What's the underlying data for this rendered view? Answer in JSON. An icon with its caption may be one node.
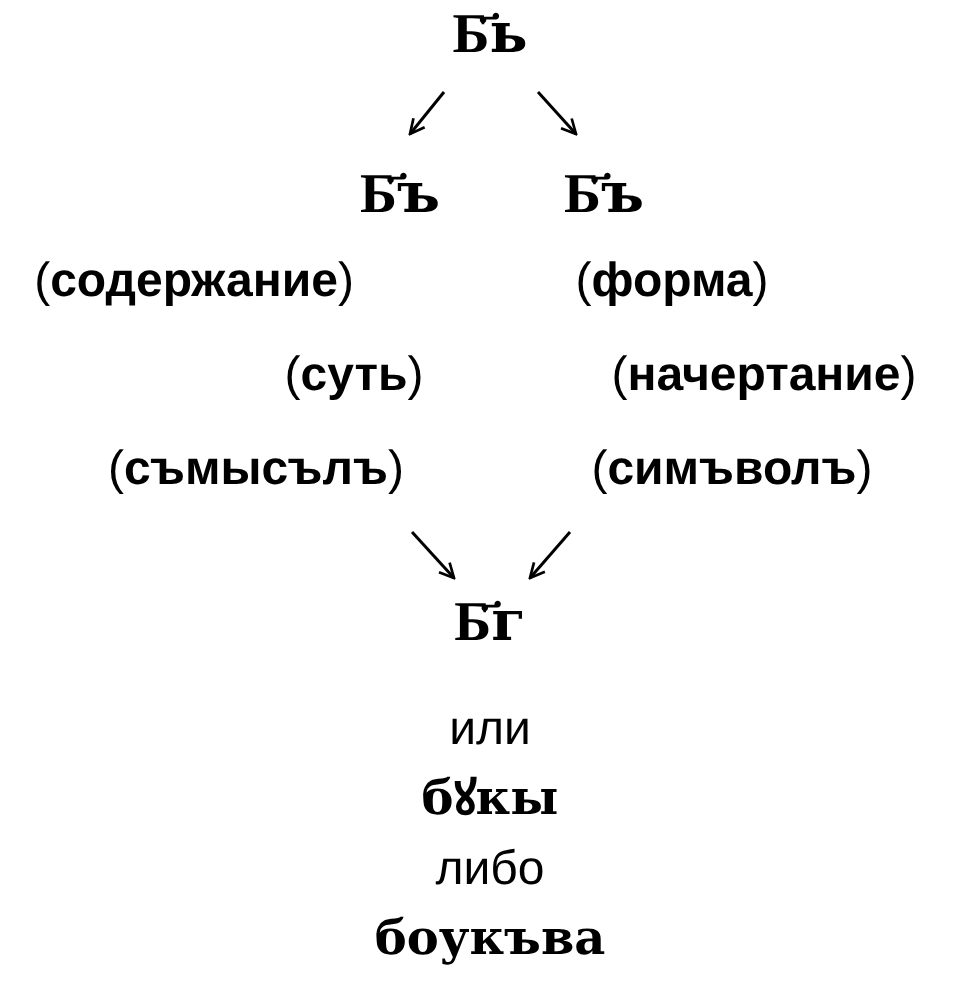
{
  "diagram": {
    "nodes": [
      {
        "text": [
          "Б҃ь"
        ]
      },
      {
        "text": [
          "Б҃ъ",
          "(**содержание**)",
          "(**суть**)",
          "(**съмысълъ**)"
        ]
      },
      {
        "text": [
          "Б҃ъ",
          "(**форма**)",
          "(**начертание**)",
          "(**симъволъ**)"
        ]
      },
      {
        "text": [
          "Б҃г",
          "или",
          "бꙋкы",
          "либо",
          "боукъва"
        ]
      }
    ],
    "edges": [
      {
        "from": 0,
        "to": 1,
        "arrow": "to"
      },
      {
        "from": 0,
        "to": 2,
        "arrow": "to"
      },
      {
        "from": 1,
        "to": 3,
        "arrow": "to"
      },
      {
        "from": 2,
        "to": 3,
        "arrow": "to"
      }
    ]
  }
}
